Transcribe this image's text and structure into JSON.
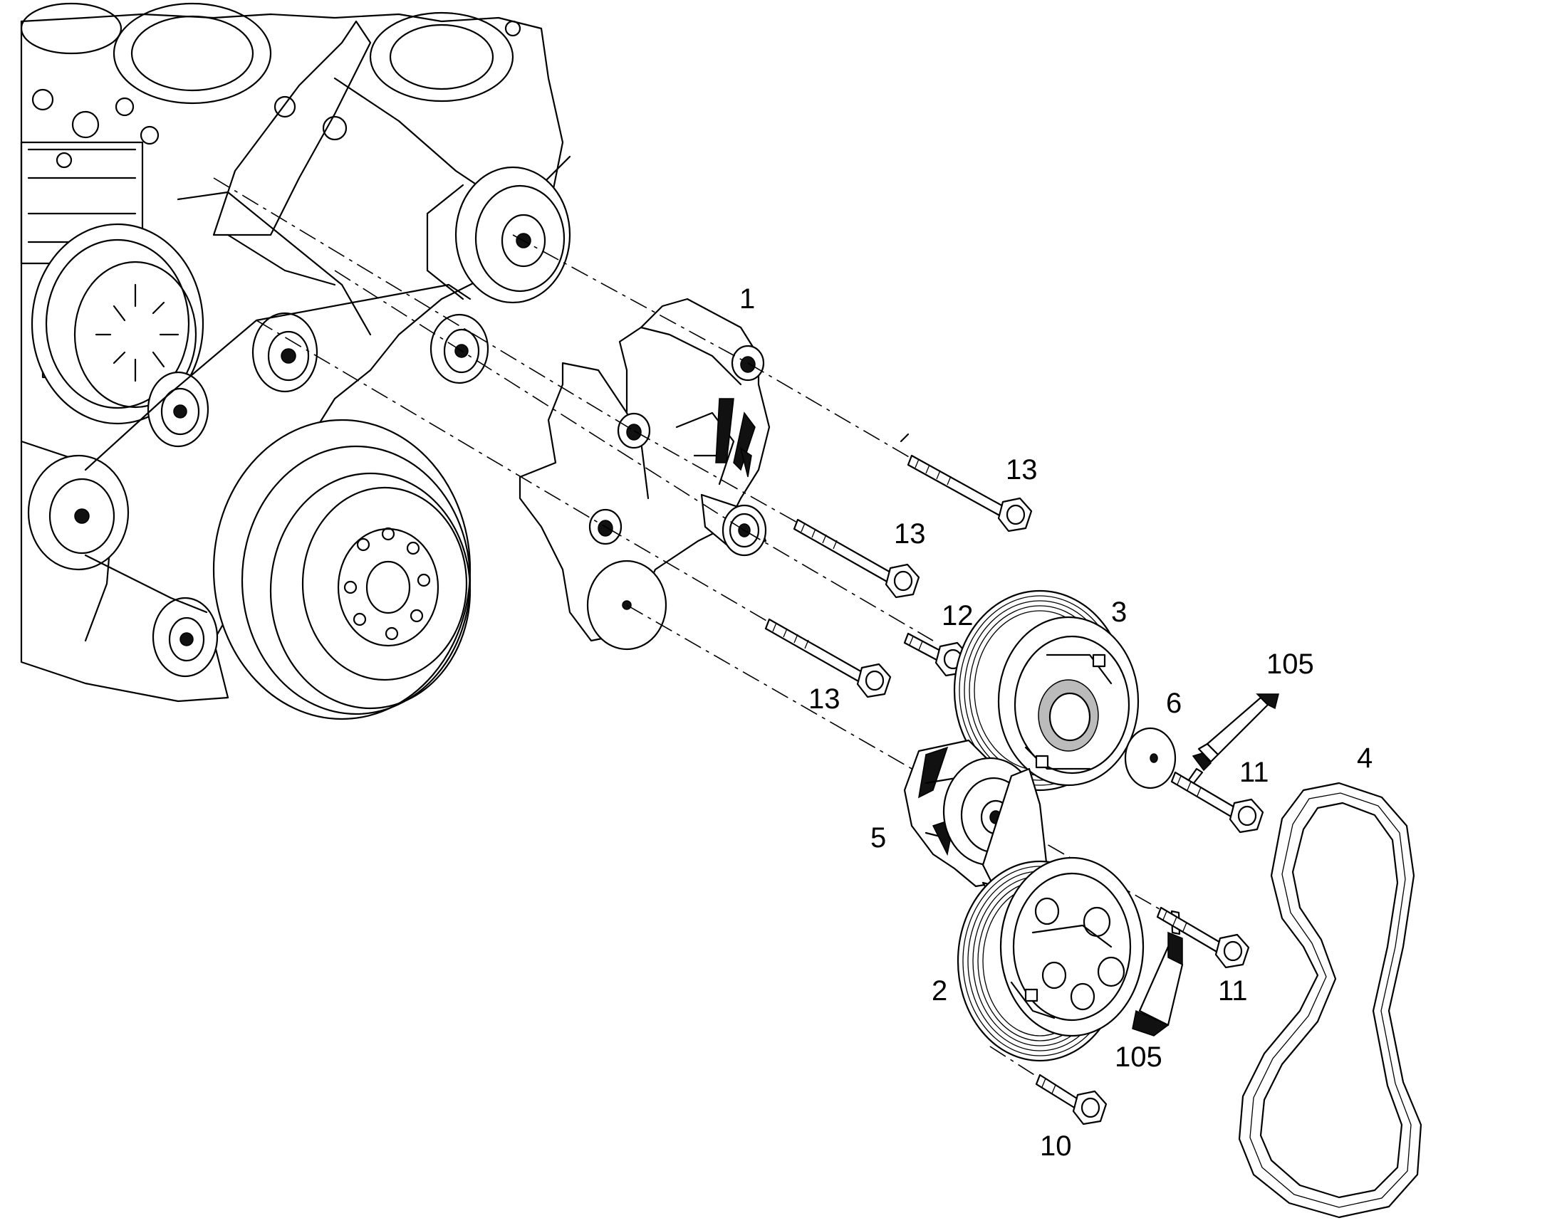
{
  "callouts": {
    "c1": "1",
    "c2": "2",
    "c3": "3",
    "c4": "4",
    "c5": "5",
    "c6": "6",
    "c10": "10",
    "c11a": "11",
    "c11b": "11",
    "c12": "12",
    "c13a": "13",
    "c13b": "13",
    "c13c": "13",
    "c105a": "105",
    "c105b": "105"
  }
}
